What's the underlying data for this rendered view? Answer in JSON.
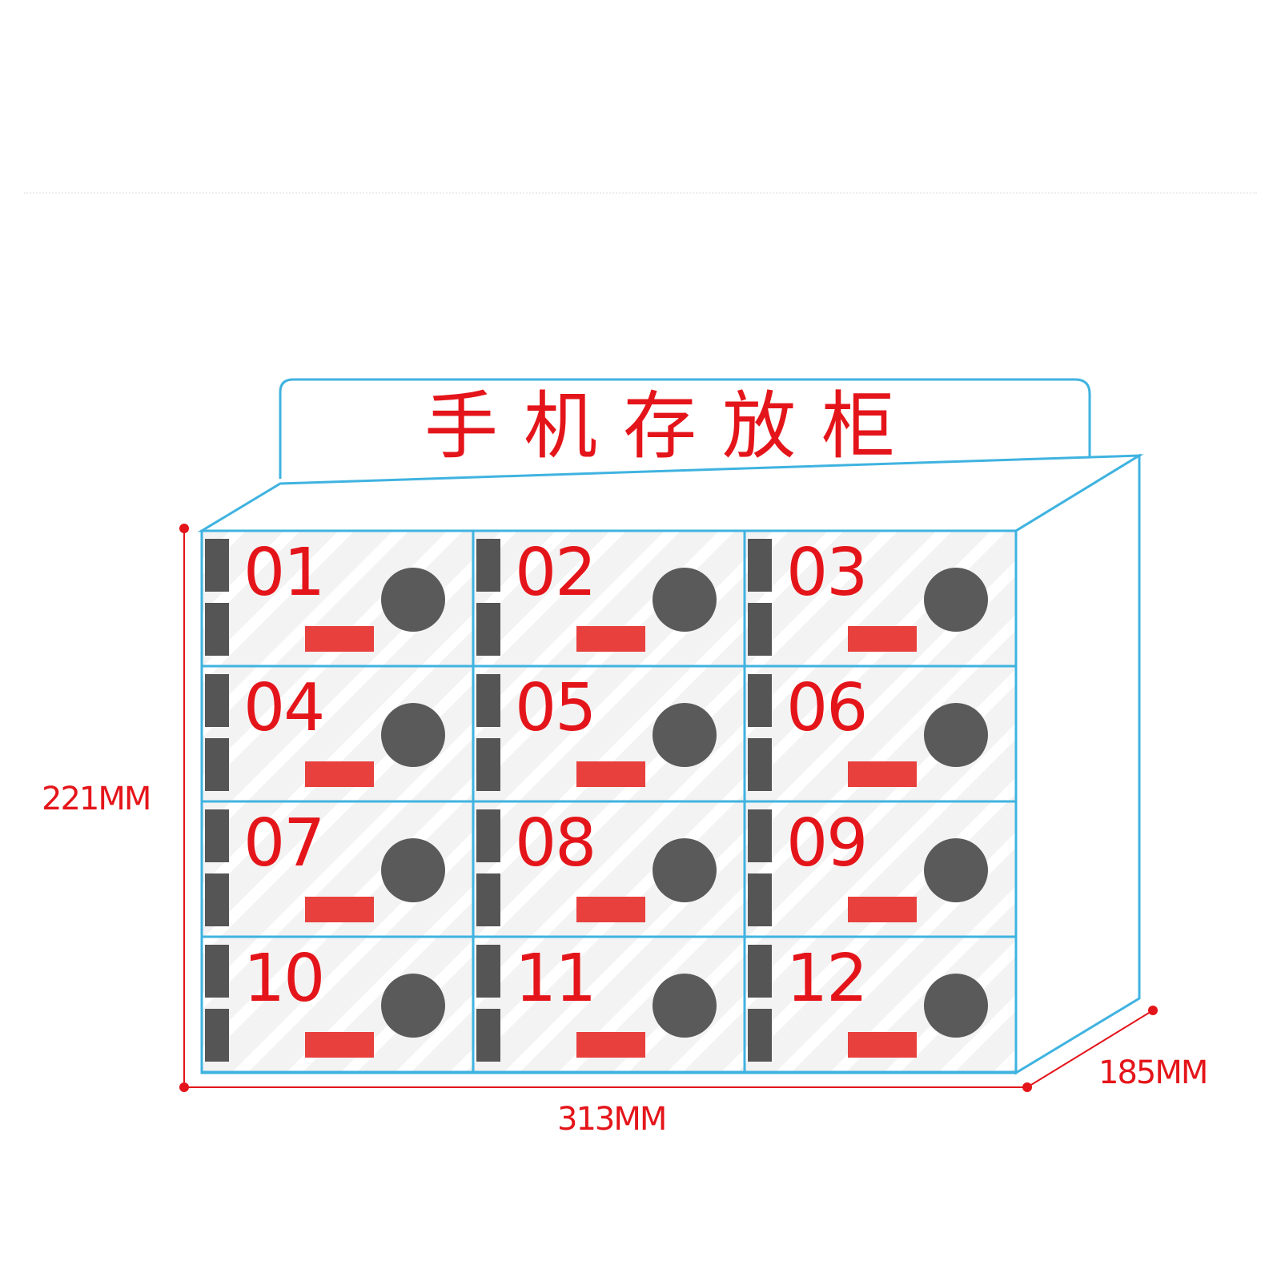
{
  "title": "手机存放柜",
  "dimensions": {
    "height": "221MM",
    "width": "313MM",
    "depth": "185MM"
  },
  "lockers": [
    "01",
    "02",
    "03",
    "04",
    "05",
    "06",
    "07",
    "08",
    "09",
    "10",
    "11",
    "12"
  ],
  "grid": {
    "rows": 4,
    "columns": 3
  },
  "colors": {
    "outline": "#3fb3e0",
    "label_red": "#e4151a",
    "handle_red": "#e8403d",
    "knob_gray": "#5a5a5a",
    "hinge_gray": "#555555",
    "door_fill": "#f3f3f3"
  },
  "icons": {
    "knob": "round-knob-icon",
    "handle": "red-bar-handle-icon",
    "hinge": "hinge-icon"
  }
}
